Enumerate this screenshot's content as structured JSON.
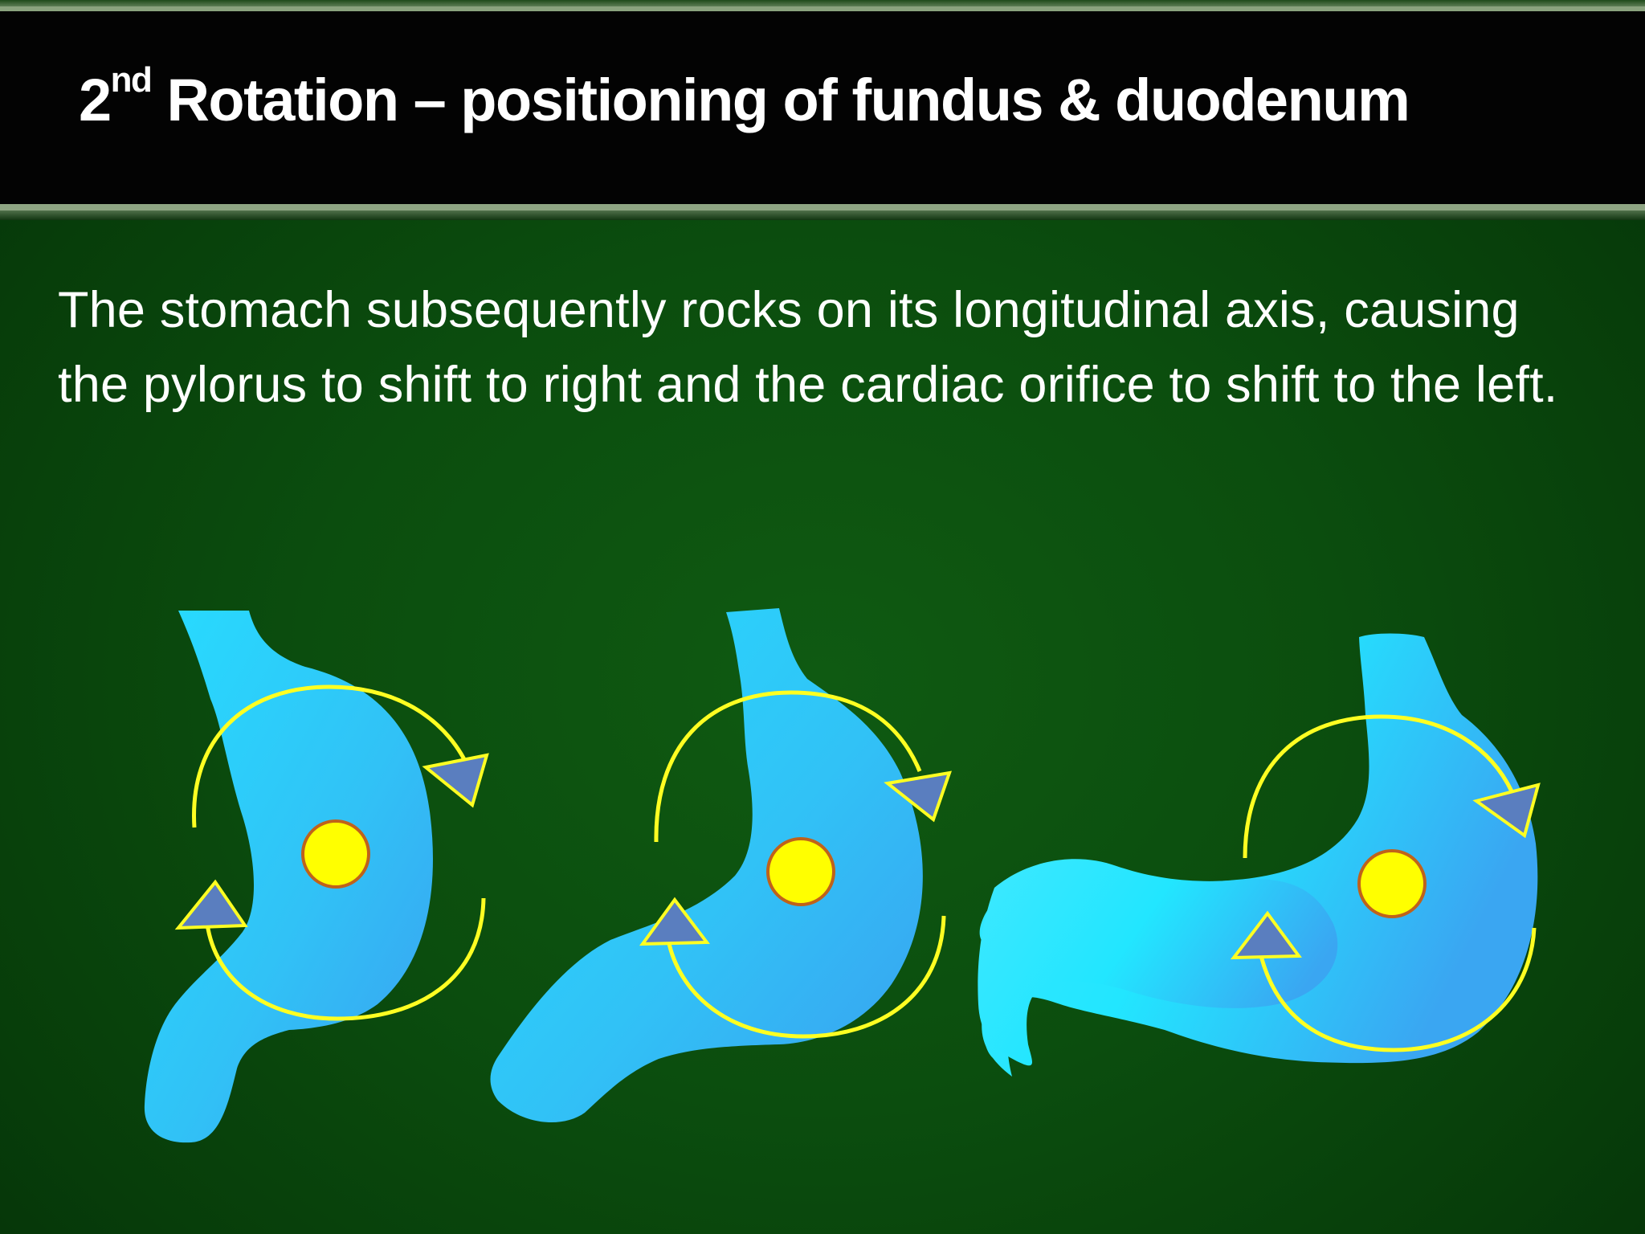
{
  "slide": {
    "title_prefix": "2",
    "title_superscript": "nd",
    "title_main": " Rotation – positioning of fundus & duodenum",
    "body_text": " The stomach subsequently rocks on its longitudinal axis, causing the pylorus to shift to right and the cardiac orifice to shift to the left."
  },
  "colors": {
    "background": "#0b4d0e",
    "title_bar": "#030303",
    "stomach": "#33ccf5",
    "rotation_arrow": "#ffff22",
    "arrowhead": "#5a7ebf",
    "axis_point": "#ffff00",
    "axis_point_border": "#c0621a"
  },
  "diagram": {
    "stages": [
      {
        "name": "stage-1",
        "icon": "stomach-icon"
      },
      {
        "name": "stage-2",
        "icon": "stomach-icon"
      },
      {
        "name": "stage-3",
        "icon": "stomach-icon"
      }
    ]
  }
}
